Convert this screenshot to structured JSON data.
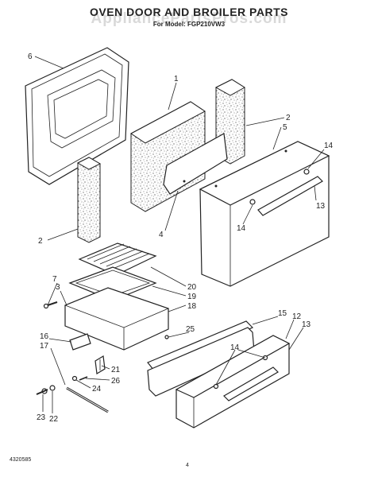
{
  "header": {
    "title": "OVEN DOOR AND BROILER PARTS",
    "subtitle": "For Model: FGP210VW3",
    "watermark": "AppliancePartsPros.com"
  },
  "callouts": {
    "c1": "1",
    "c2a": "2",
    "c2b": "2",
    "c3": "3",
    "c4": "4",
    "c5": "5",
    "c6": "6",
    "c7": "7",
    "c12": "12",
    "c13a": "13",
    "c13b": "13",
    "c14a": "14",
    "c14b": "14",
    "c14c": "14",
    "c15": "15",
    "c16": "16",
    "c17": "17",
    "c18": "18",
    "c19": "19",
    "c20": "20",
    "c21": "21",
    "c22": "22",
    "c23": "23",
    "c24": "24",
    "c25": "25",
    "c26": "26"
  },
  "footer": {
    "doc_number": "4320585",
    "page": "4"
  }
}
